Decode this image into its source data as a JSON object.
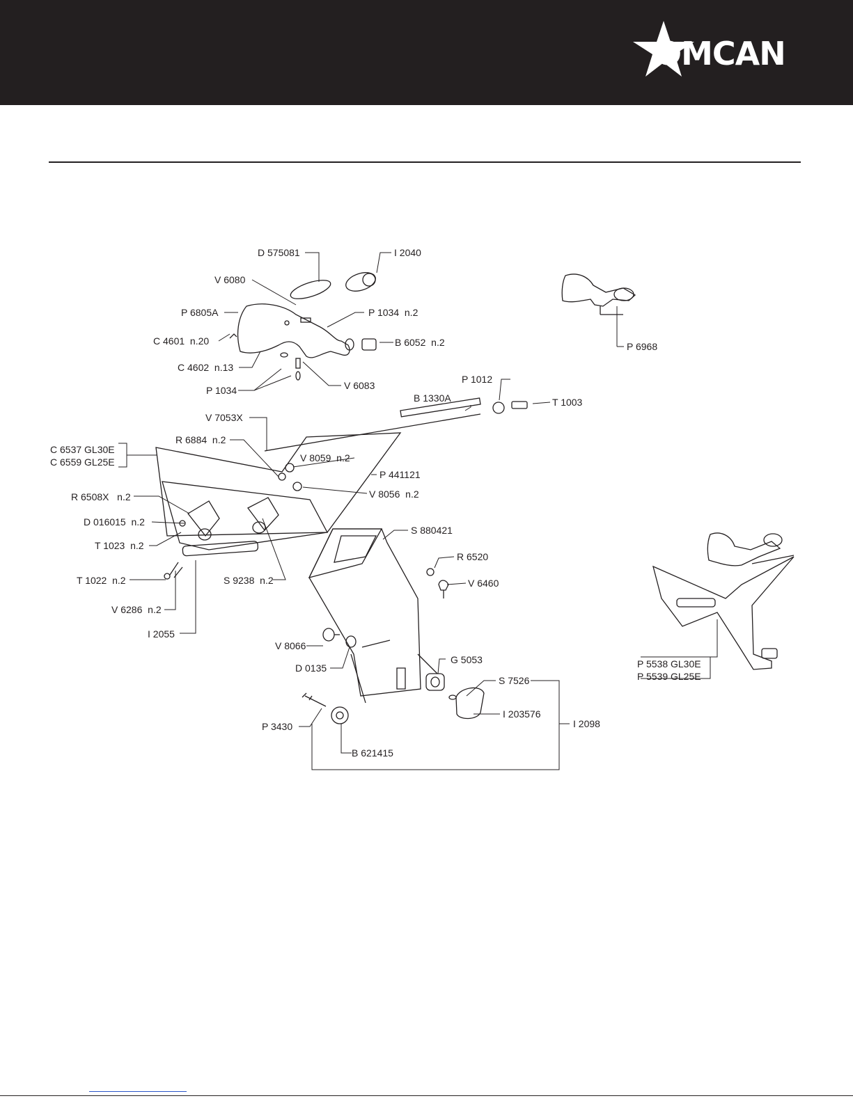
{
  "brand": {
    "name": "OMCAN",
    "header_color": "#231f20",
    "accent": "#ffffff"
  },
  "labels": {
    "d575081": "D 575081",
    "i2040": "I 2040",
    "v6080": "V 6080",
    "p6805a": "P 6805A",
    "p1034n2": "P 1034  n.2",
    "c4601": "C 4601  n.20",
    "b6052": "B 6052  n.2",
    "c4602": "C 4602  n.13",
    "v6083": "V 6083",
    "p1034": "P 1034",
    "p6968": "P 6968",
    "p1012": "P 1012",
    "b1330a": "B 1330A",
    "t1003": "T 1003",
    "v7053x": "V 7053X",
    "r6884": "R 6884  n.2",
    "c6537": "C 6537 GL30E",
    "c6559": "C 6559 GL25E",
    "v8059": "V 8059  n.2",
    "p441121": "P 441121",
    "r6508x": "R 6508X   n.2",
    "v8056": "V 8056  n.2",
    "d016015": "D 016015  n.2",
    "t1023": "T 1023  n.2",
    "s880421": "S 880421",
    "r6520": "R 6520",
    "t1022": "T 1022  n.2",
    "s9238": "S 9238  n.2",
    "v6460": "V 6460",
    "v6286": "V 6286  n.2",
    "i2055": "I 2055",
    "v8066": "V 8066",
    "d0135": "D 0135",
    "g5053": "G 5053",
    "p5538": "P 5538 GL30E",
    "p5539": "P 5539 GL25E",
    "s7526": "S 7526",
    "i203576": "I 203576",
    "i2098": "I 2098",
    "p3430": "P 3430",
    "b621415": "B 621415"
  }
}
